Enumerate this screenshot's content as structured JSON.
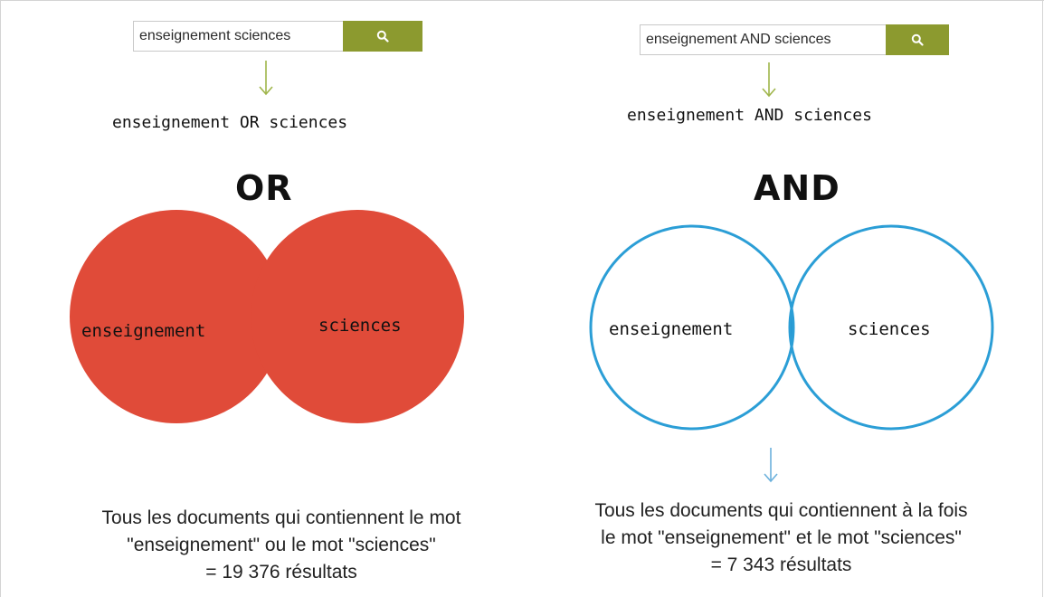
{
  "left": {
    "search_value": "enseignement sciences",
    "query": "enseignement OR sciences",
    "operator": "OR",
    "circle_a": "enseignement",
    "circle_b": "sciences",
    "caption_line1": "Tous les documents qui contiennent le mot",
    "caption_line2": "\"enseignement\" ou le mot \"sciences\"",
    "caption_line3": "= 19 376 résultats",
    "fill_color": "#e04b39"
  },
  "right": {
    "search_value": "enseignement AND sciences",
    "query": "enseignement AND sciences",
    "operator": "AND",
    "circle_a": "enseignement",
    "circle_b": "sciences",
    "caption_line1": "Tous les documents qui contiennent à la fois",
    "caption_line2": "le mot \"enseignement\" et le mot \"sciences\"",
    "caption_line3": "= 7 343 résultats",
    "stroke_color": "#2b9ed6",
    "intersection_color": "#2595cf"
  },
  "search_button": {
    "icon": "search-icon",
    "color": "#8c9a2f"
  },
  "arrow_colors": {
    "left": "#9fb54a",
    "right": "#6cb1dc"
  }
}
